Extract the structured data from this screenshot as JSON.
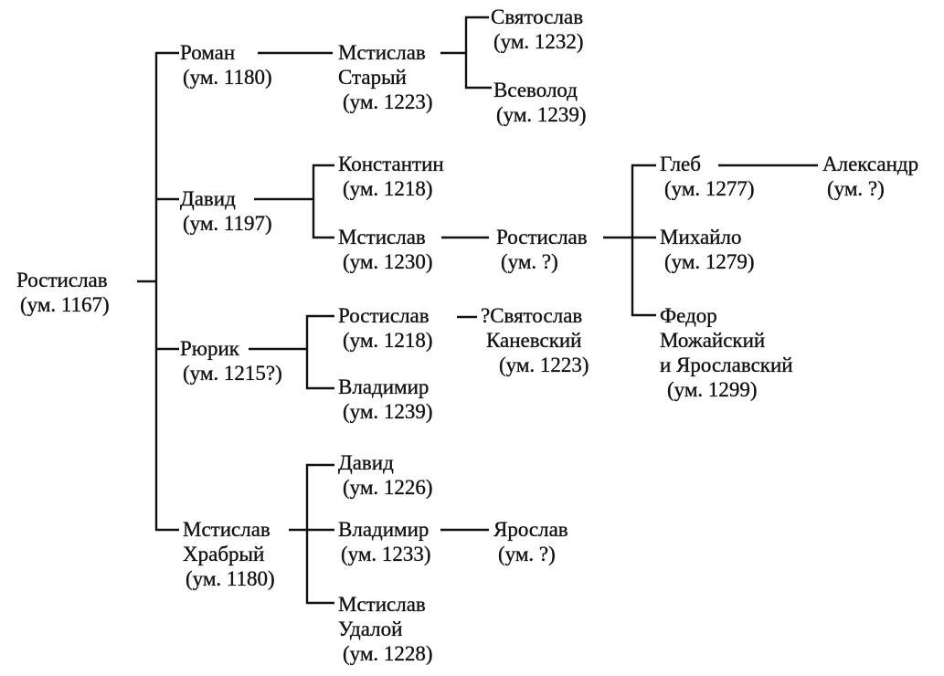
{
  "persons": [
    {
      "name": "Ростислав",
      "died": "(ум. 1167)"
    },
    {
      "name": "Роман",
      "died": "(ум. 1180)"
    },
    {
      "name": "Мстислав",
      "epithet": "Старый",
      "died": "(ум. 1223)"
    },
    {
      "name": "Святослав",
      "died": "(ум. 1232)"
    },
    {
      "name": "Всеволод",
      "died": "(ум. 1239)"
    },
    {
      "name": "Давид",
      "died": "(ум. 1197)"
    },
    {
      "name": "Константин",
      "died": "(ум. 1218)"
    },
    {
      "name": "Мстислав",
      "died": "(ум. 1230)"
    },
    {
      "name": "Ростислав",
      "died": "(ум. ?)"
    },
    {
      "name": "Глеб",
      "died": "(ум. 1277)"
    },
    {
      "name": "Александр",
      "died": "(ум. ?)"
    },
    {
      "name": "Михайло",
      "died": "(ум. 1279)"
    },
    {
      "name": "Федор",
      "epithet": "Можайский",
      "epithet2": "и Ярославский",
      "died": "(ум. 1299)"
    },
    {
      "name": "Рюрик",
      "died": "(ум. 1215?)"
    },
    {
      "name": "Ростислав",
      "died": "(ум. 1218)"
    },
    {
      "name": "?Святослав",
      "epithet": "Каневский",
      "died": "(ум. 1223)"
    },
    {
      "name": "Владимир",
      "died": "(ум. 1239)"
    },
    {
      "name": "Мстислав",
      "epithet": "Храбрый",
      "died": "(ум. 1180)"
    },
    {
      "name": "Давид",
      "died": "(ум. 1226)"
    },
    {
      "name": "Владимир",
      "died": "(ум. 1233)"
    },
    {
      "name": "Ярослав",
      "died": "(ум. ?)"
    },
    {
      "name": "Мстислав",
      "epithet": "Удалой",
      "died": "(ум. 1228)"
    }
  ]
}
